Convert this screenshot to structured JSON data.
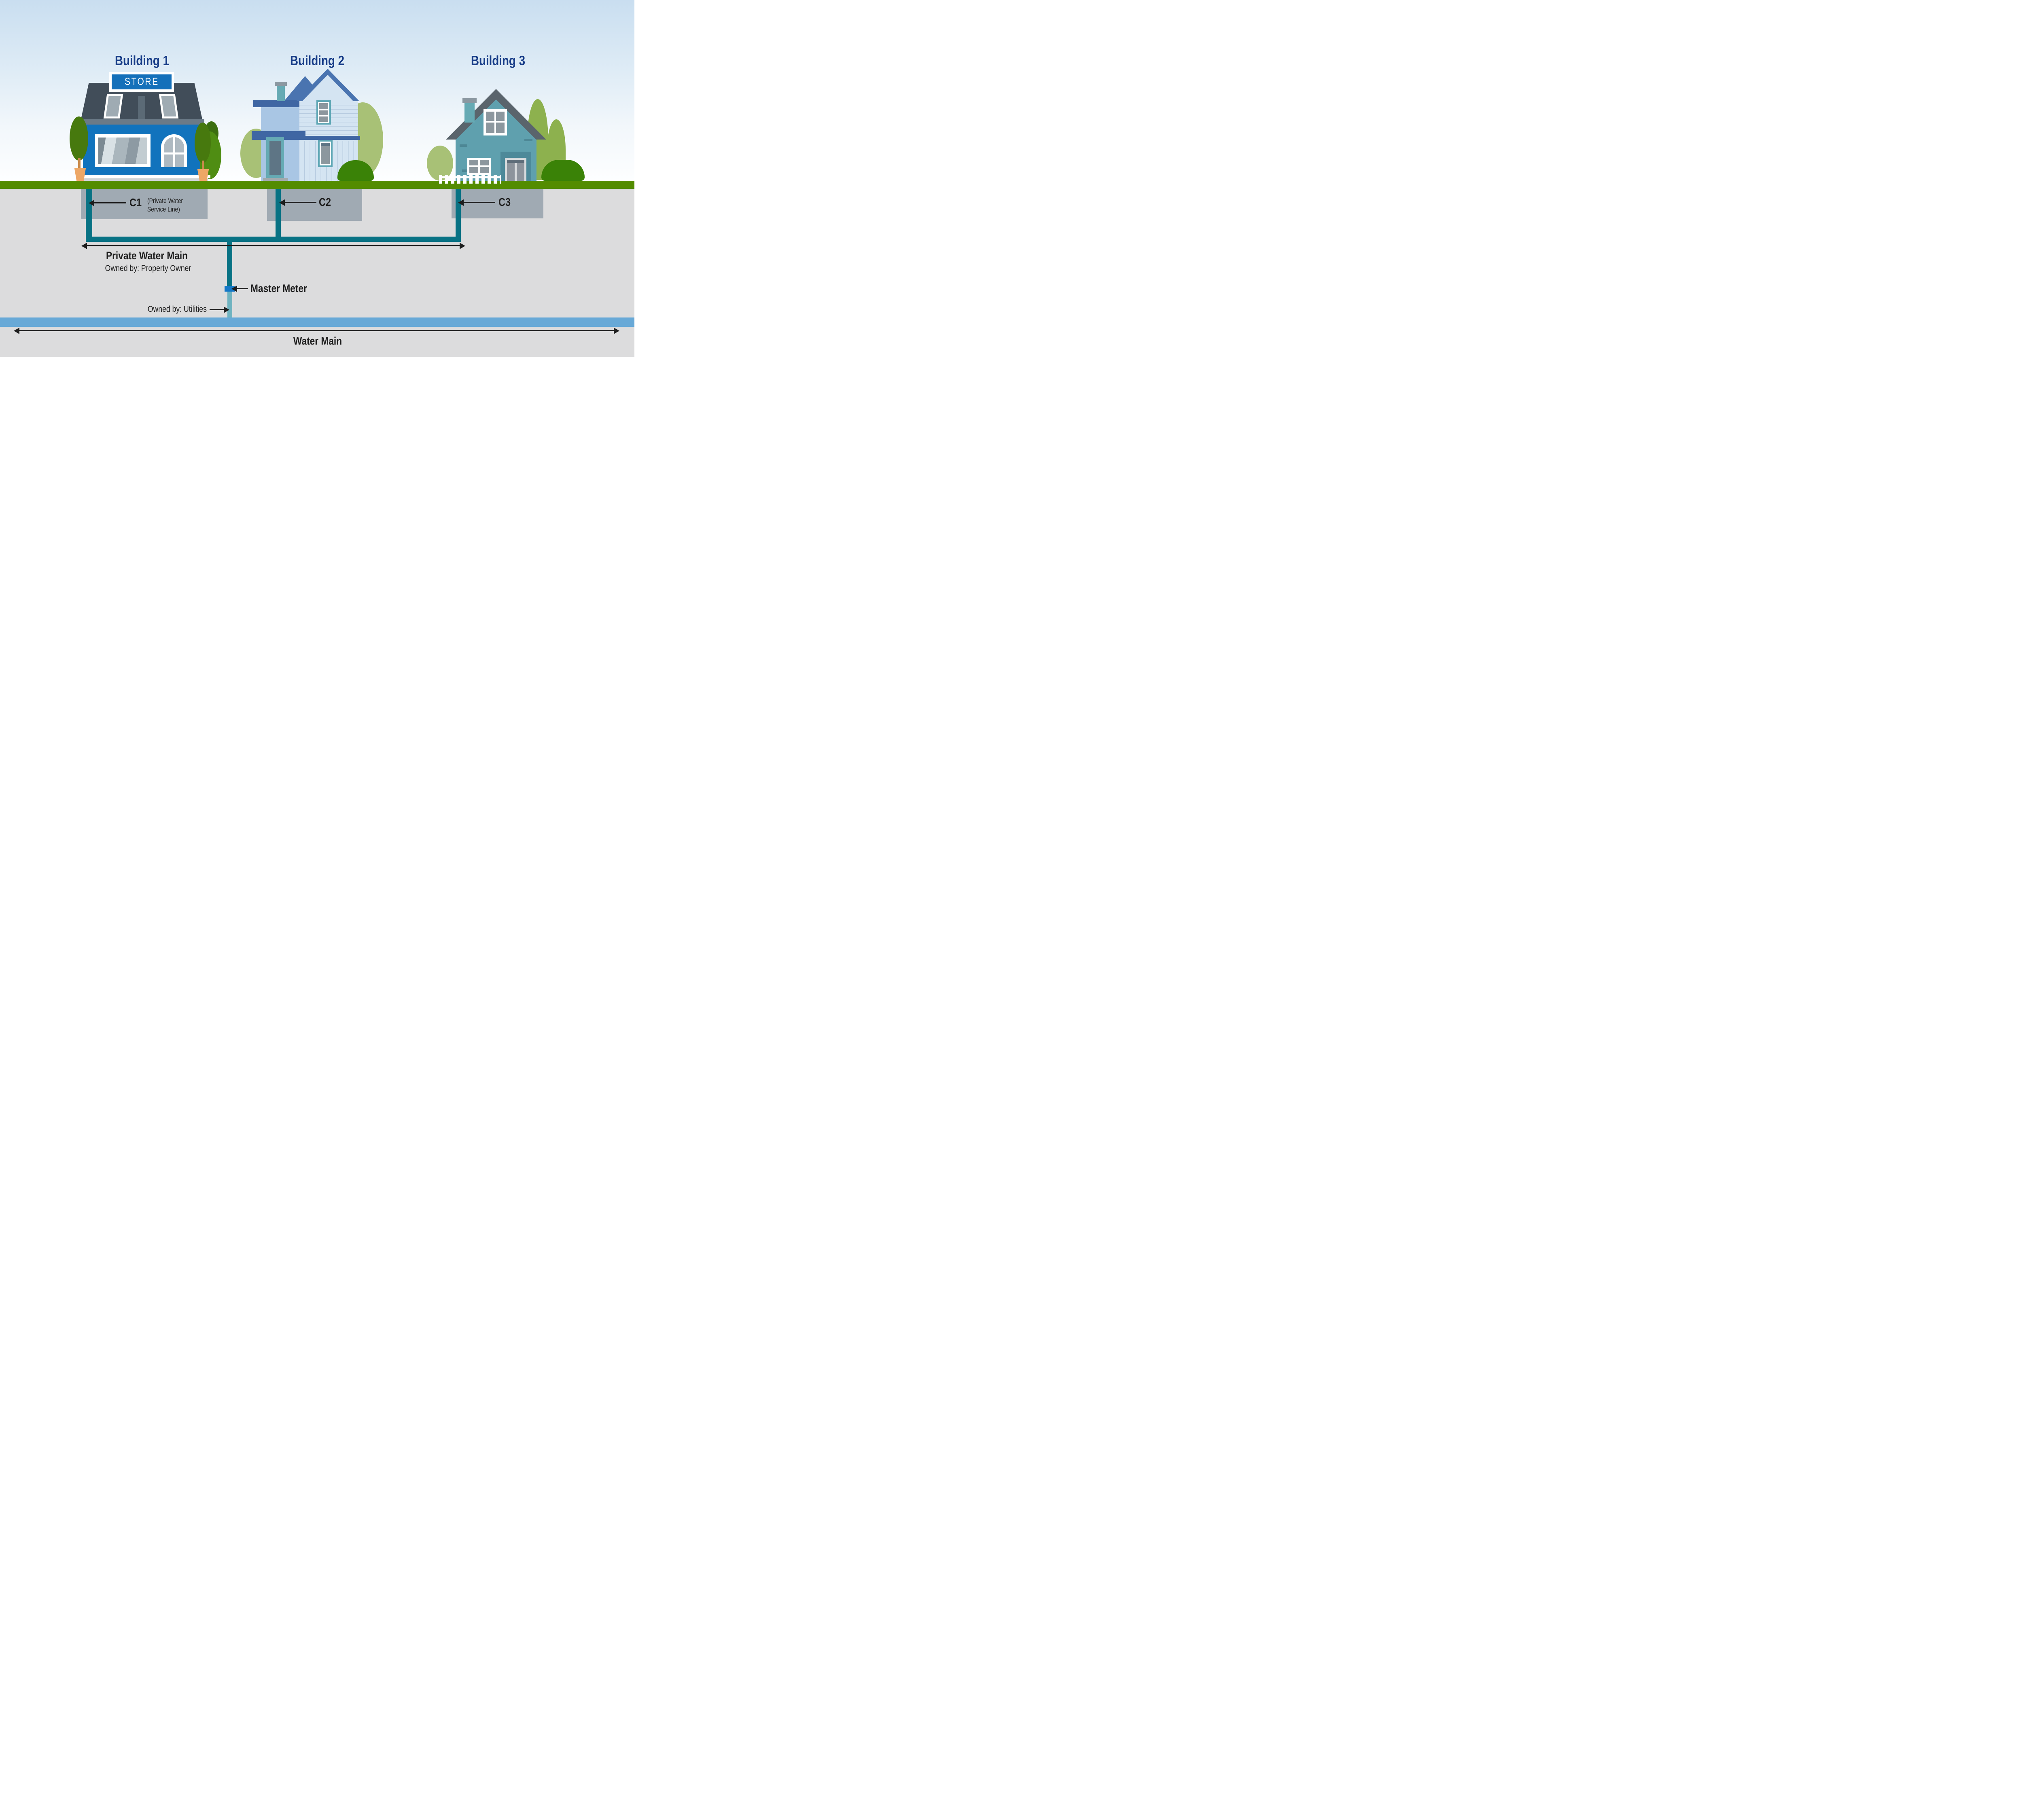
{
  "buildings": {
    "b1": {
      "title": "Building 1",
      "sign": "STORE"
    },
    "b2": {
      "title": "Building 2"
    },
    "b3": {
      "title": "Building 3"
    }
  },
  "underground": {
    "c1": {
      "code": "C1",
      "note_line1": "(Private Water",
      "note_line2": "Service Line)"
    },
    "c2": {
      "code": "C2"
    },
    "c3": {
      "code": "C3"
    },
    "private_main": {
      "name": "Private Water Main",
      "owner": "Owned by: Property Owner"
    },
    "master_meter": {
      "name": "Master Meter"
    },
    "utility_line": {
      "owner": "Owned by: Utilities"
    },
    "water_main": {
      "name": "Water Main"
    }
  },
  "colors": {
    "title_navy": "#153a86",
    "grass_green": "#538c00",
    "soil_gray": "#dcdcdd",
    "foundation_gray": "#a0aab3",
    "pipe_teal": "#087284",
    "pipe_light_teal": "#6fb3c0",
    "meter_blue": "#1478c8",
    "water_main_blue": "#68a9d7",
    "store_facade_blue": "#1173bd",
    "text_black": "#1d1d1d"
  }
}
